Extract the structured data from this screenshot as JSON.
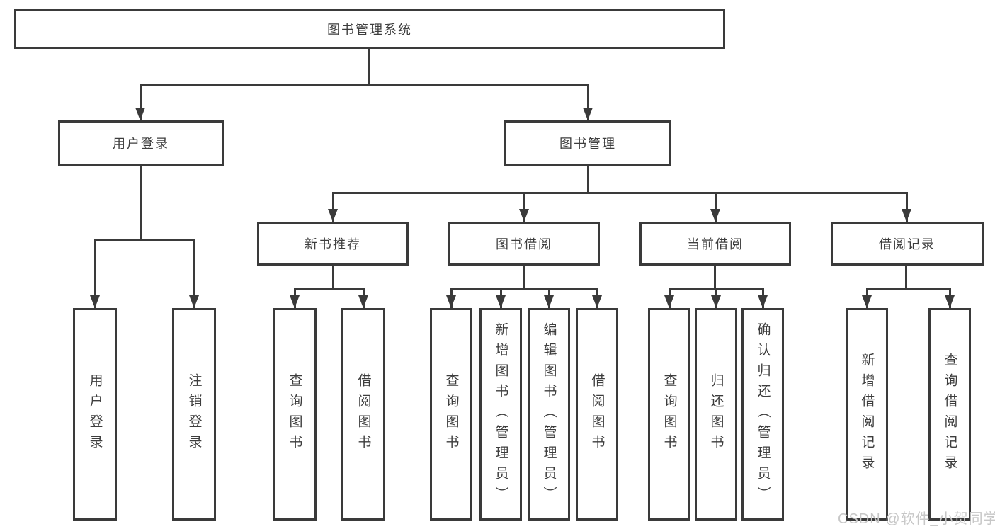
{
  "diagram": {
    "type": "hierarchy-tree",
    "root": "图书管理系统",
    "user_login": {
      "label": "用户登录",
      "children": [
        "用户登录",
        "注销登录"
      ]
    },
    "book_mgmt": {
      "label": "图书管理",
      "sections": [
        {
          "label": "新书推荐",
          "children": [
            "查询图书",
            "借阅图书"
          ]
        },
        {
          "label": "图书借阅",
          "children": [
            "查询图书",
            "新增图书（管理员）",
            "编辑图书（管理员）",
            "借阅图书"
          ]
        },
        {
          "label": "当前借阅",
          "children": [
            "查询图书",
            "归还图书",
            "确认归还（管理员）"
          ]
        },
        {
          "label": "借阅记录",
          "children": [
            "新增借阅记录",
            "查询借阅记录"
          ]
        }
      ]
    }
  },
  "watermark": "CSDN @软件_小贺同学",
  "colors": {
    "line": "#3a3a3a",
    "text": "#3d3d3d",
    "watermark": "#c7c7c7",
    "background": "#ffffff"
  }
}
